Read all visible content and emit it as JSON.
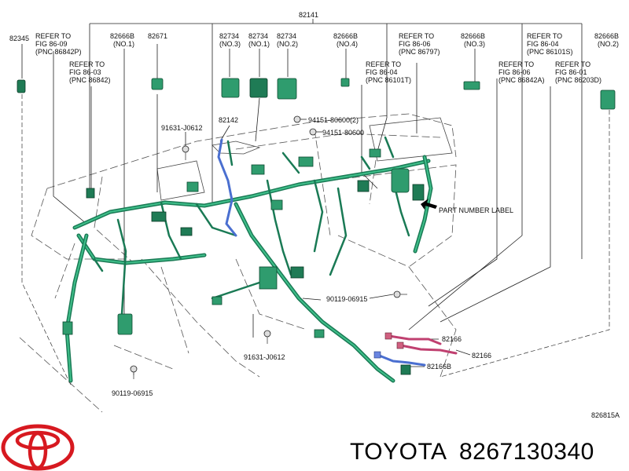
{
  "labels": {
    "main_part": "82141",
    "l82345": "82345",
    "refer_86_09": [
      "REFER TO",
      "FIG 86-09",
      "(PNC 86842P)"
    ],
    "refer_86_03": [
      "REFER TO",
      "FIG 86-03",
      "(PNC 86842)"
    ],
    "l82666b_no1": [
      "82666B",
      "(NO.1)"
    ],
    "l82671": "82671",
    "l82734_no3": [
      "82734",
      "(NO.3)"
    ],
    "l82734_no1": [
      "82734",
      "(NO.1)"
    ],
    "l82734_no2": [
      "82734",
      "(NO.2)"
    ],
    "l82666b_no4": [
      "82666B",
      "(NO.4)"
    ],
    "refer_86_06": [
      "REFER TO",
      "FIG 86-06",
      "(PNC 86797)"
    ],
    "refer_86_04_a": [
      "REFER TO",
      "FIG 86-04",
      "(PNC 86101T)"
    ],
    "l82666b_no3": [
      "82666B",
      "(NO.3)"
    ],
    "refer_86_04_b": [
      "REFER TO",
      "FIG 86-04",
      "(PNC 86101S)"
    ],
    "refer_86_06_b": [
      "REFER TO",
      "FIG 86-06",
      "(PNC 86842A)"
    ],
    "refer_86_01": [
      "REFER TO",
      "FIG 86-01",
      "(PNC 86203D)"
    ],
    "l82666b_no2": [
      "82666B",
      "(NO.2)"
    ],
    "l91631_top": "91631-J0612",
    "l82142": "82142",
    "l94151_2": "94151-80600(2)",
    "l94151": "94151-80600",
    "part_number_label": "PART NUMBER LABEL",
    "l90119_mid": "90119-06915",
    "l82166_a": "82166",
    "l82166_b": "82166",
    "l82166b": "82166B",
    "l91631_bottom": "91631-J0612",
    "l90119_bottom": "90119-06915",
    "figure_code": "826815A"
  },
  "footer": {
    "brand": "TOYOTA",
    "part_number": "8267130340"
  },
  "colors": {
    "harness": "#1a7a55",
    "highlight_blue": "#4a6fd0",
    "highlight_pink": "#c04070",
    "logo_red": "#d71920"
  },
  "icons": [
    "toyota-logo-icon",
    "pointer-arrow-icon"
  ]
}
